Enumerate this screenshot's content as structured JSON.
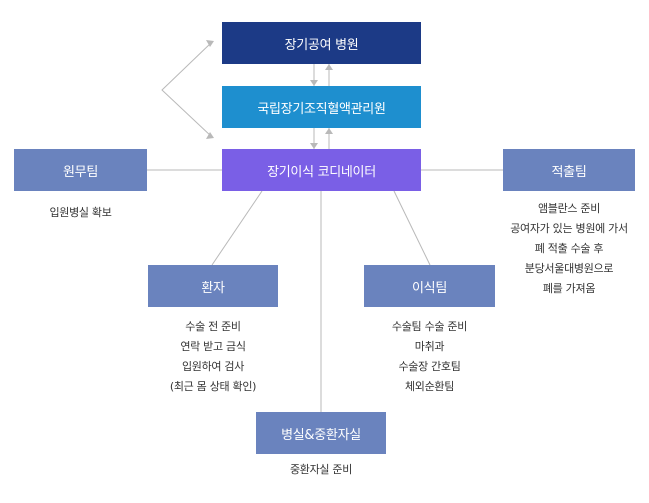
{
  "nodes": {
    "hospital": "장기공여 병원",
    "konos": "국립장기조직혈액관리원",
    "coordinator": "장기이식 코디네이터",
    "wonmu_team": "원무팀",
    "jeokchul_team": "적출팀",
    "patient": "환자",
    "isik_team": "이식팀",
    "ward": "병실&중환자실"
  },
  "descriptions": {
    "wonmu": [
      "입원병실 확보"
    ],
    "jeokchul": [
      "앰블란스 준비",
      "공여자가 있는 병원에 가서",
      "폐 적출 수술 후",
      "분당서울대병원으로",
      "폐를 가져옴"
    ],
    "patient": [
      "수술 전 준비",
      "연락 받고 금식",
      "입원하여 검사",
      "(최근 몸 상태 확인)"
    ],
    "isik": [
      "수술팀 수술 준비",
      "마취과",
      "수술장 간호팀",
      "체외순환팀"
    ],
    "ward": [
      "중환자실 준비"
    ]
  },
  "colors": {
    "hospital": "#1c3a86",
    "konos": "#1e8fcf",
    "coordinator": "#7a5fe6",
    "team": "#6a83be",
    "line": "#b5b5b5"
  }
}
